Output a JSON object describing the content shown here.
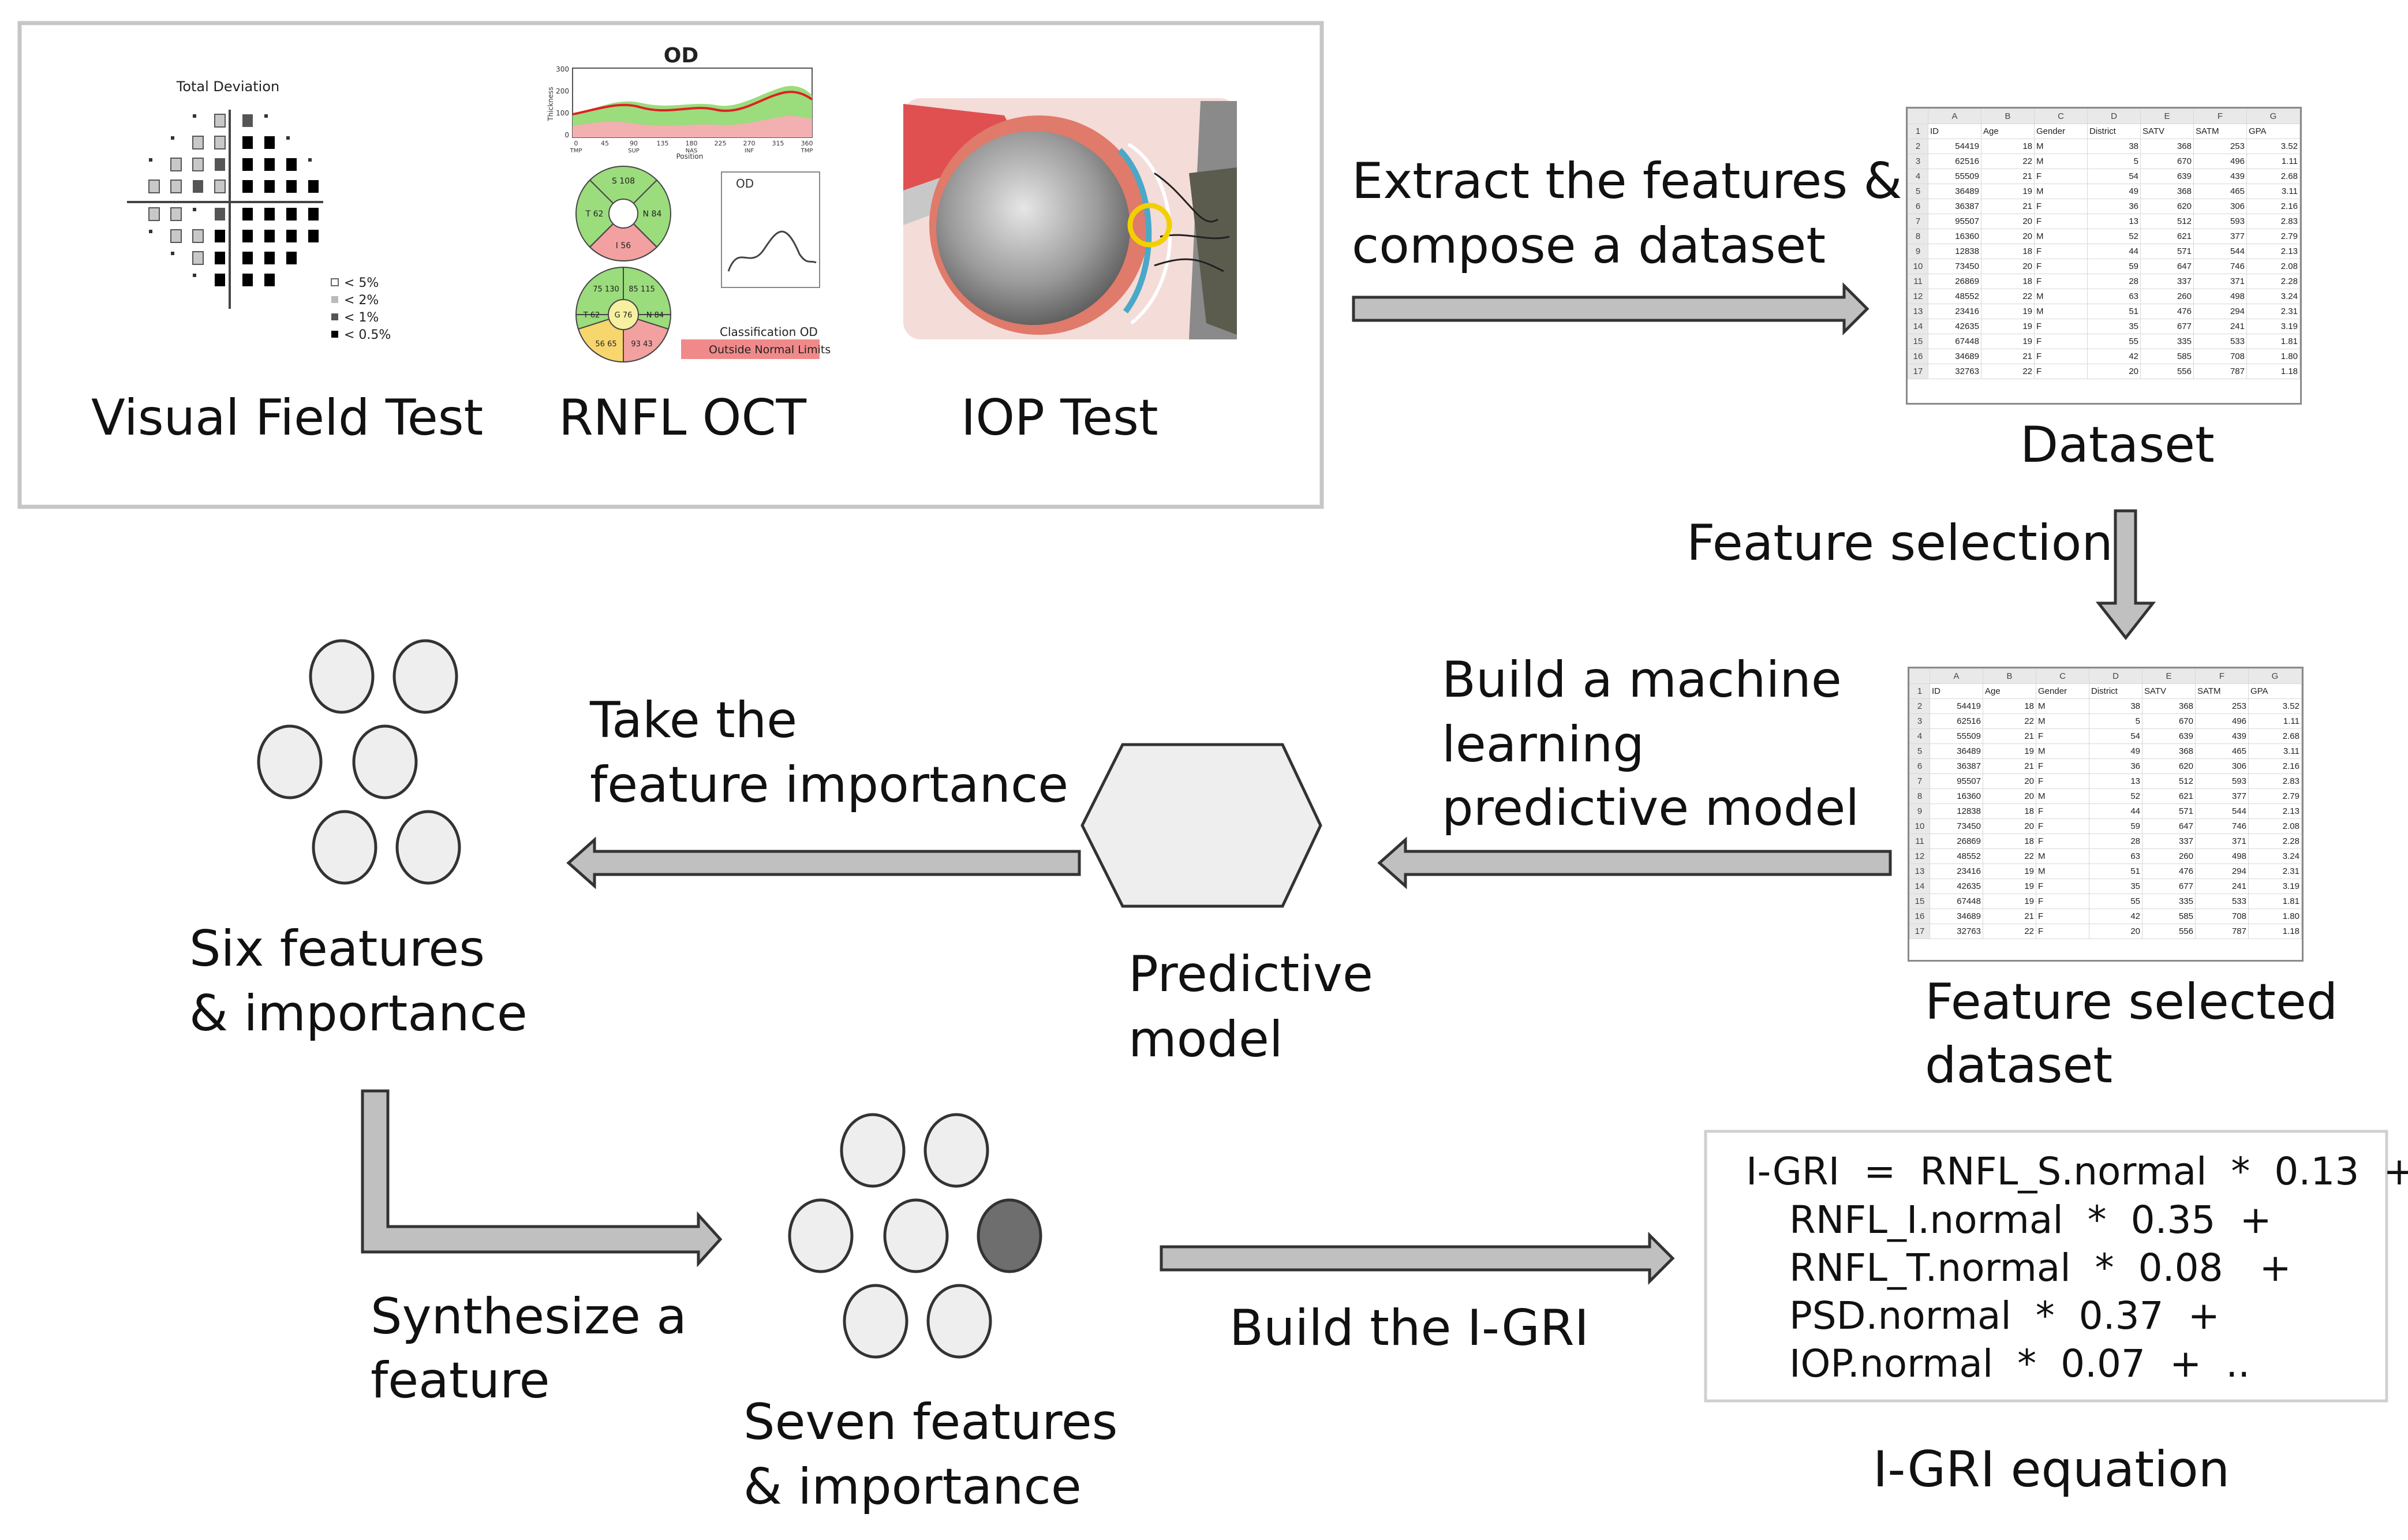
{
  "inputs": {
    "visual_field": {
      "label": "Visual Field Test",
      "title": "Total Deviation",
      "legend": [
        "< 5%",
        "< 2%",
        "< 1%",
        "< 0.5%"
      ]
    },
    "rnfl_oct": {
      "label": "RNFL OCT",
      "od_label": "OD",
      "small_chart_label": "OD",
      "y_axis_label": "Thickness",
      "x_axis_label": "Position",
      "y_ticks": [
        "300",
        "200",
        "100",
        "0"
      ],
      "x_ticks": [
        "TMP",
        "SUP",
        "NAS",
        "INF",
        "TMP"
      ],
      "x_numbers": [
        "0",
        "45",
        "90",
        "135",
        "180",
        "225",
        "270",
        "315",
        "360"
      ],
      "wheel_top_values": [
        "S 108",
        "T 62",
        "N 84",
        "I 56"
      ],
      "wheel_bottom_values": [
        "75 130",
        "85 115",
        "T 62",
        "G 76",
        "N 84",
        "93 43",
        "56 65"
      ],
      "classification_label": "Classification OD",
      "classification_value": "Outside Normal Limits"
    },
    "iop": {
      "label": "IOP Test"
    }
  },
  "steps": {
    "extract": [
      "Extract the features &",
      "compose a dataset"
    ],
    "dataset_label": "Dataset",
    "feature_selection": "Feature selection",
    "build_model": [
      "Build a machine",
      "learning",
      "predictive model"
    ],
    "feature_selected_label": [
      "Feature selected",
      "dataset"
    ],
    "predictive_model_label": [
      "Predictive",
      "model"
    ],
    "take_importance": [
      "Take the",
      "feature importance"
    ],
    "six_features_label": [
      "Six features",
      "& importance"
    ],
    "synthesize": [
      "Synthesize a",
      "feature"
    ],
    "seven_features_label": [
      "Seven features",
      "& importance"
    ],
    "build_igri": "Build the I-GRI",
    "equation_caption": "I-GRI equation"
  },
  "equation": [
    "I-GRI  =  RNFL_S.normal  *  0.13  +",
    "RNFL_I.normal  *  0.35  +",
    "RNFL_T.normal  *  0.08   +",
    "PSD.normal  *  0.37  +",
    "IOP.normal  *  0.07  +  .."
  ],
  "spreadsheet": {
    "columns": [
      "A",
      "B",
      "C",
      "D",
      "E",
      "F",
      "G"
    ],
    "header": [
      "ID",
      "Age",
      "Gender",
      "District",
      "SATV",
      "SATM",
      "GPA"
    ],
    "rows": [
      [
        "54419",
        "18",
        "M",
        "38",
        "368",
        "253",
        "3.52"
      ],
      [
        "62516",
        "22",
        "M",
        "5",
        "670",
        "496",
        "1.11"
      ],
      [
        "55509",
        "21",
        "F",
        "54",
        "639",
        "439",
        "2.68"
      ],
      [
        "36489",
        "19",
        "M",
        "49",
        "368",
        "465",
        "3.11"
      ],
      [
        "36387",
        "21",
        "F",
        "36",
        "620",
        "306",
        "2.16"
      ],
      [
        "95507",
        "20",
        "F",
        "13",
        "512",
        "593",
        "2.83"
      ],
      [
        "16360",
        "20",
        "M",
        "52",
        "621",
        "377",
        "2.79"
      ],
      [
        "12838",
        "18",
        "F",
        "44",
        "571",
        "544",
        "2.13"
      ],
      [
        "73450",
        "20",
        "F",
        "59",
        "647",
        "746",
        "2.08"
      ],
      [
        "26869",
        "18",
        "F",
        "28",
        "337",
        "371",
        "2.28"
      ],
      [
        "48552",
        "22",
        "M",
        "63",
        "260",
        "498",
        "3.24"
      ],
      [
        "23416",
        "19",
        "M",
        "51",
        "476",
        "294",
        "2.31"
      ],
      [
        "42635",
        "19",
        "F",
        "35",
        "677",
        "241",
        "3.19"
      ],
      [
        "67448",
        "19",
        "F",
        "55",
        "335",
        "533",
        "1.81"
      ],
      [
        "34689",
        "21",
        "F",
        "42",
        "585",
        "708",
        "1.80"
      ],
      [
        "32763",
        "22",
        "F",
        "20",
        "556",
        "787",
        "1.18"
      ]
    ]
  },
  "colors": {
    "arrow_fill": "#c0c0c0",
    "arrow_stroke": "#333333",
    "circle_fill": "#eeeeee",
    "highlight_circle": "#6e6e6e",
    "frame": "#c6c6c6",
    "green": "#8fd16a",
    "pink": "#f0878a"
  }
}
